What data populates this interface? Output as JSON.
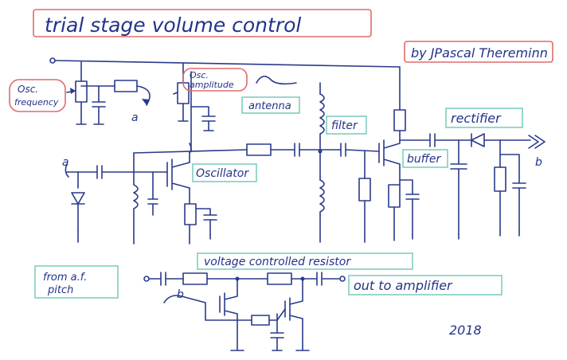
{
  "title": "trial stage volume control",
  "author": "by JPascal Thereminn",
  "year": "2018",
  "labels": {
    "osc_frequency_1": "Osc.",
    "osc_frequency_2": "frequency",
    "osc_amplitude_1": "Osc.",
    "osc_amplitude_2": "amplitude",
    "antenna": "antenna",
    "filter": "filter",
    "rectifier": "rectifier",
    "buffer": "buffer",
    "oscillator": "Oscillator",
    "node_a_1": "a",
    "node_a_2": "a",
    "node_b_1": "b",
    "node_b_2": "b",
    "from_af_1": "from a.f.",
    "from_af_2": "pitch",
    "vcr": "voltage controlled resistor",
    "out": "out to amplifier"
  },
  "colors": {
    "ink": "#2a3a8c",
    "title_box": "#e06b6b",
    "label_box": "#7fcfc1"
  }
}
